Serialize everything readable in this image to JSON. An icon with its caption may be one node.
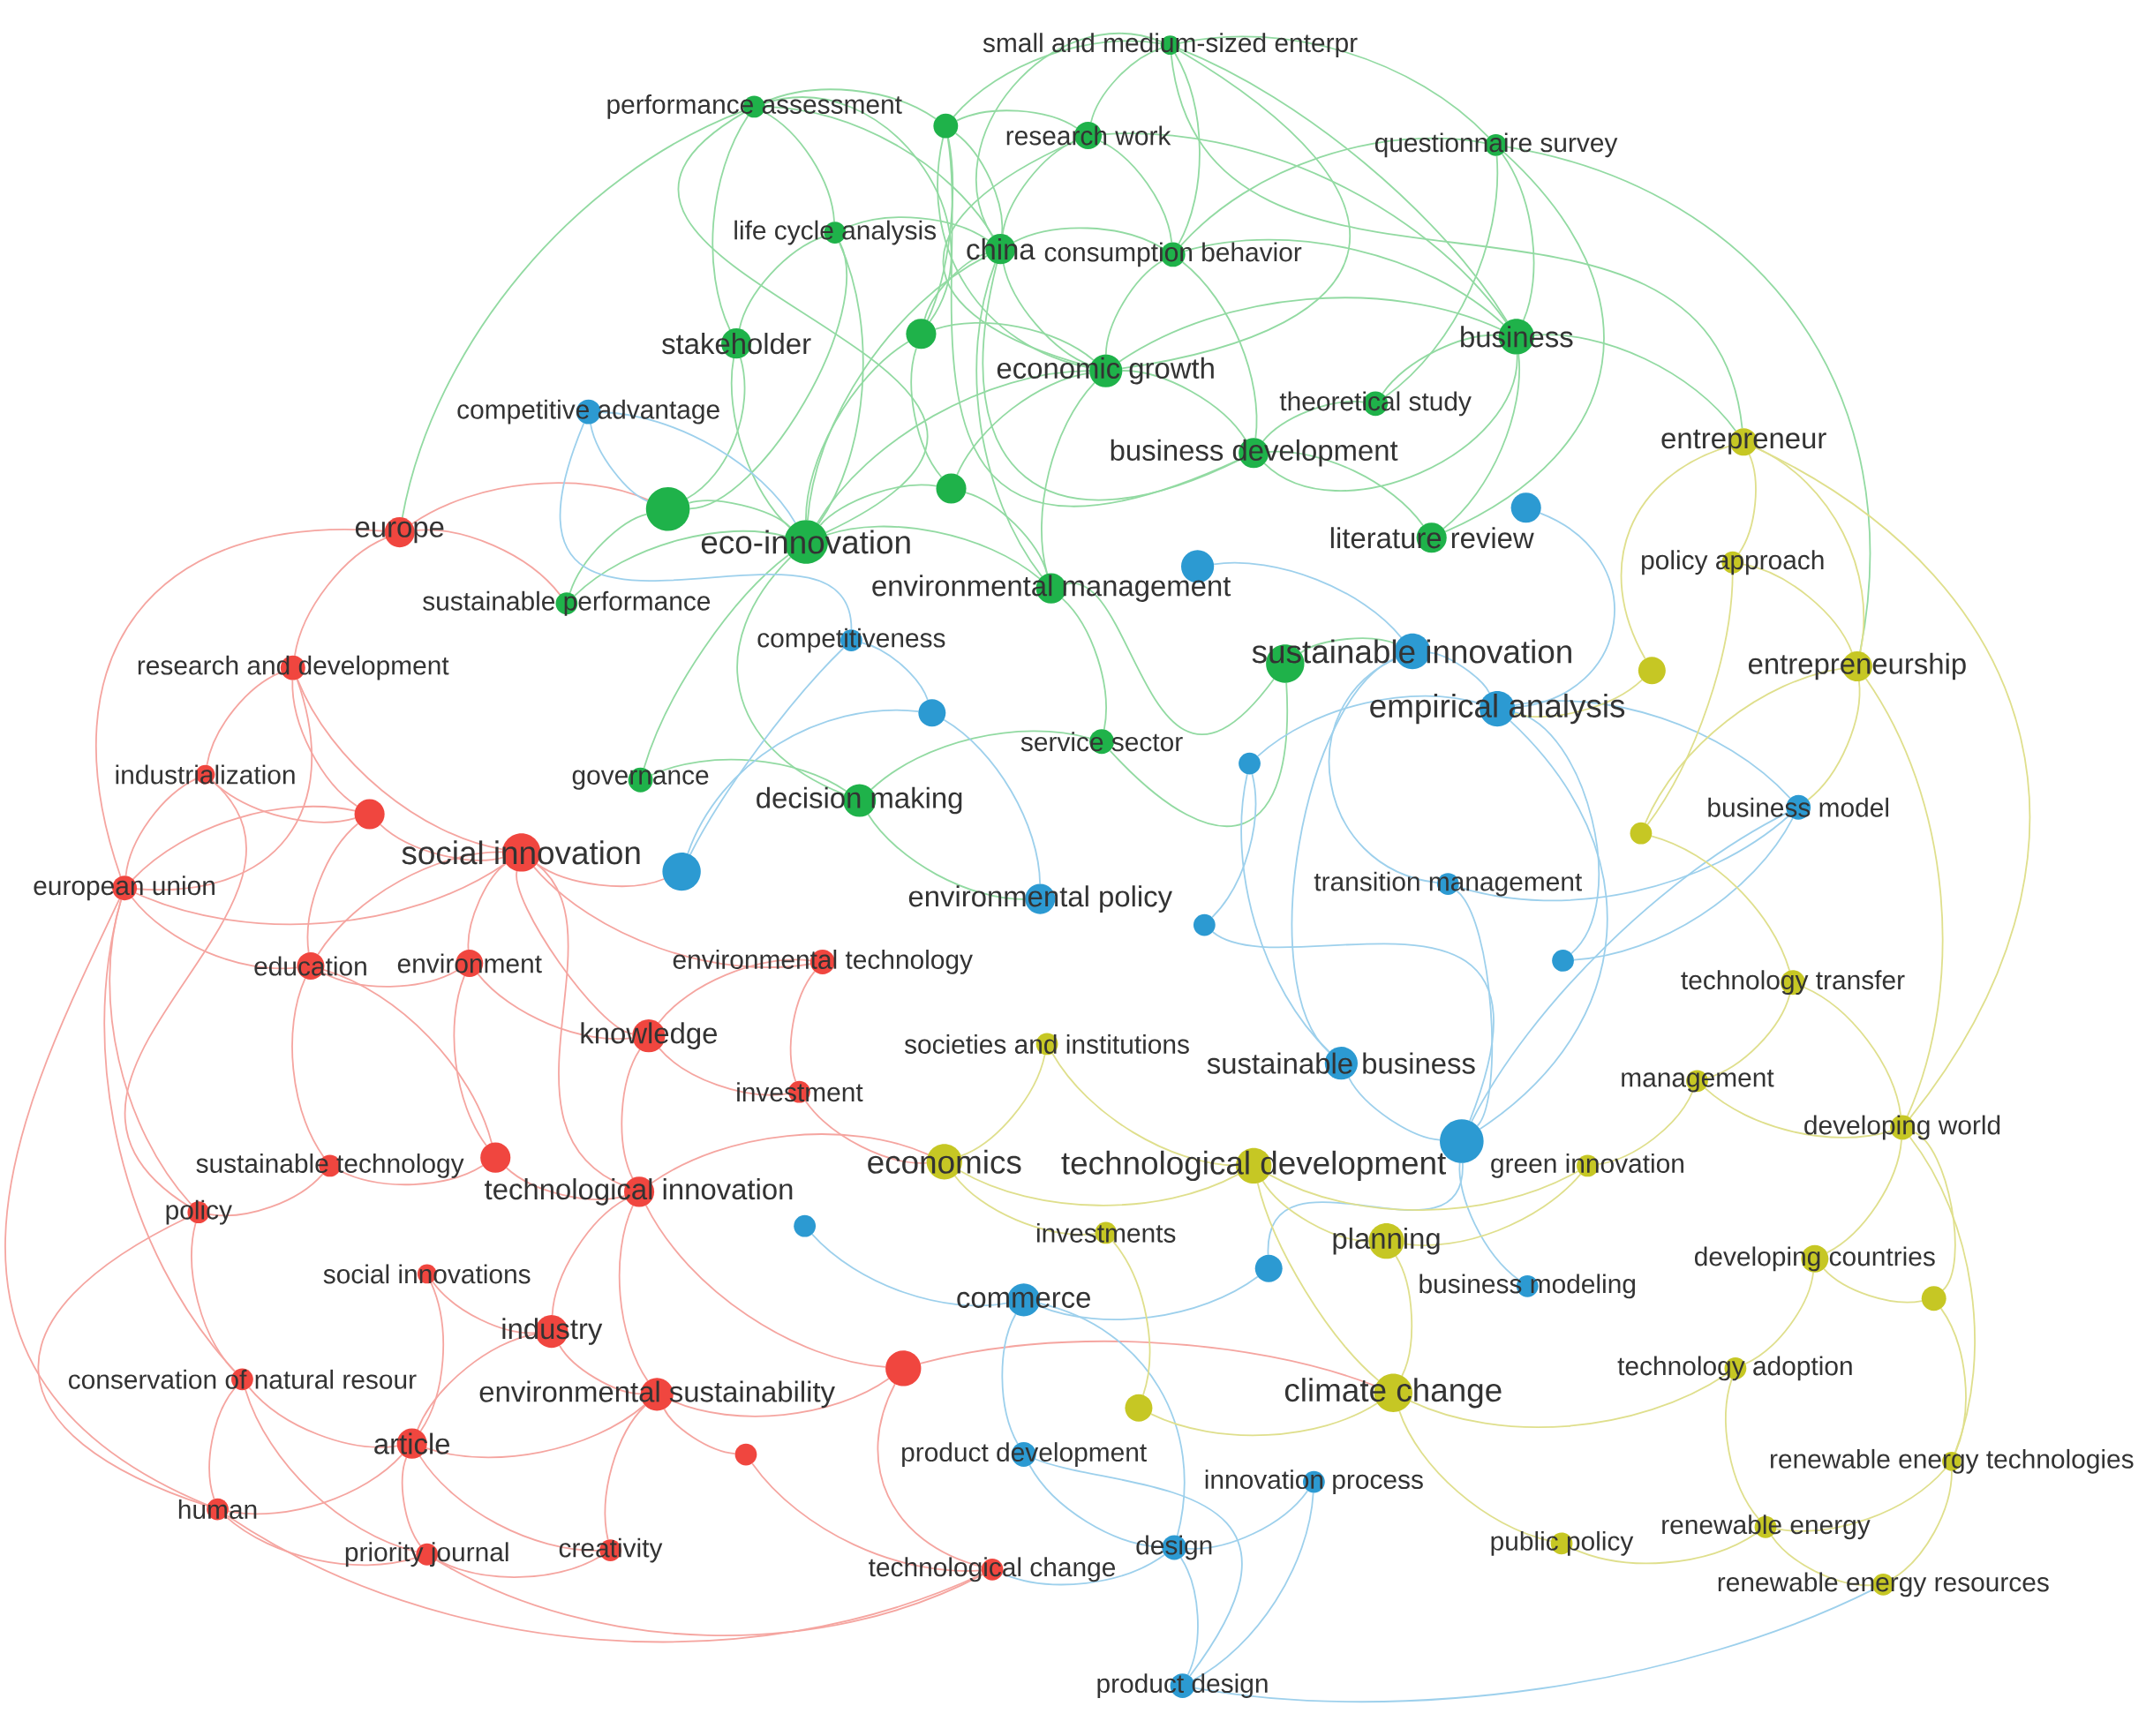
{
  "diagram": {
    "nodes": [
      {
        "text": [
          "small and medium-sized enterpr"
        ]
      },
      {
        "text": [
          "performance assessment"
        ]
      },
      {
        "text": [],
        "shape": "circle"
      },
      {
        "text": [
          "research work"
        ]
      },
      {
        "text": [
          "questionnaire survey"
        ]
      },
      {
        "text": [
          "life cycle analysis"
        ]
      },
      {
        "text": [
          "china"
        ]
      },
      {
        "text": [
          "consumption behavior"
        ]
      },
      {
        "text": [],
        "shape": "circle"
      },
      {
        "text": [
          "business"
        ]
      },
      {
        "text": [
          "stakeholder"
        ]
      },
      {
        "text": [
          "economic growth"
        ]
      },
      {
        "text": [
          "theoretical study"
        ]
      },
      {
        "text": [
          "competitive advantage"
        ]
      },
      {
        "text": [
          "entrepreneur"
        ]
      },
      {
        "text": [
          "business development"
        ]
      },
      {
        "text": [],
        "shape": "circle"
      },
      {
        "text": [],
        "shape": "circle"
      },
      {
        "text": [],
        "shape": "circle"
      },
      {
        "text": [
          "europe"
        ]
      },
      {
        "text": [
          "eco-innovation"
        ]
      },
      {
        "text": [
          "literature review"
        ]
      },
      {
        "text": [
          "policy approach"
        ]
      },
      {
        "text": [],
        "shape": "circle"
      },
      {
        "text": [
          "environmental management"
        ]
      },
      {
        "text": [
          "sustainable performance"
        ]
      },
      {
        "text": [
          "competitiveness"
        ]
      },
      {
        "text": [],
        "shape": "circle"
      },
      {
        "text": [
          "sustainable innovation"
        ]
      },
      {
        "text": [
          "research and development"
        ]
      },
      {
        "text": [
          "entrepreneurship"
        ]
      },
      {
        "text": [],
        "shape": "circle"
      },
      {
        "text": [
          "empirical analysis"
        ]
      },
      {
        "text": [],
        "shape": "circle"
      },
      {
        "text": [
          "service sector"
        ]
      },
      {
        "text": [],
        "shape": "circle"
      },
      {
        "text": [
          "industrialization"
        ]
      },
      {
        "text": [
          "governance"
        ]
      },
      {
        "text": [
          "decision making"
        ]
      },
      {
        "text": [
          "business model"
        ]
      },
      {
        "text": [],
        "shape": "circle"
      },
      {
        "text": [],
        "shape": "circle"
      },
      {
        "text": [
          "social innovation"
        ]
      },
      {
        "text": [],
        "shape": "circle"
      },
      {
        "text": [
          "european union"
        ]
      },
      {
        "text": [
          "transition management"
        ]
      },
      {
        "text": [
          "environmental policy"
        ]
      },
      {
        "text": [],
        "shape": "circle"
      },
      {
        "text": [
          "education"
        ]
      },
      {
        "text": [
          "environment"
        ]
      },
      {
        "text": [
          "environmental technology"
        ]
      },
      {
        "text": [],
        "shape": "circle"
      },
      {
        "text": [
          "technology transfer"
        ]
      },
      {
        "text": [
          "knowledge"
        ]
      },
      {
        "text": [
          "societies and institutions"
        ]
      },
      {
        "text": [
          "sustainable business"
        ]
      },
      {
        "text": [
          "management"
        ]
      },
      {
        "text": [
          "investment"
        ]
      },
      {
        "text": [
          "developing world"
        ]
      },
      {
        "text": [],
        "shape": "circle"
      },
      {
        "text": [],
        "shape": "circle"
      },
      {
        "text": [
          "economics"
        ]
      },
      {
        "text": [
          "sustainable technology"
        ]
      },
      {
        "text": [
          "technological development"
        ]
      },
      {
        "text": [
          "green innovation"
        ]
      },
      {
        "text": [
          "technological innovation"
        ]
      },
      {
        "text": [
          "policy"
        ]
      },
      {
        "text": [],
        "shape": "circle"
      },
      {
        "text": [
          "investments"
        ]
      },
      {
        "text": [
          "planning"
        ]
      },
      {
        "text": [],
        "shape": "circle"
      },
      {
        "text": [
          "developing countries"
        ]
      },
      {
        "text": [
          "social innovations"
        ]
      },
      {
        "text": [
          "business modeling"
        ]
      },
      {
        "text": [],
        "shape": "circle"
      },
      {
        "text": [
          "commerce"
        ]
      },
      {
        "text": [
          "industry"
        ]
      },
      {
        "text": [
          "technology adoption"
        ]
      },
      {
        "text": [],
        "shape": "circle"
      },
      {
        "text": [
          "conservation of natural resour"
        ]
      },
      {
        "text": [
          "environmental sustainability"
        ]
      },
      {
        "text": [
          "climate change"
        ]
      },
      {
        "text": [],
        "shape": "circle"
      },
      {
        "text": [
          "article"
        ]
      },
      {
        "text": [
          "product development"
        ]
      },
      {
        "text": [],
        "shape": "circle"
      },
      {
        "text": [
          "renewable energy technologies"
        ]
      },
      {
        "text": [
          "innovation process"
        ]
      },
      {
        "text": [
          "human"
        ]
      },
      {
        "text": [
          "renewable energy"
        ]
      },
      {
        "text": [
          "public policy"
        ]
      },
      {
        "text": [
          "design"
        ]
      },
      {
        "text": [
          "creativity"
        ]
      },
      {
        "text": [
          "priority journal"
        ]
      },
      {
        "text": [
          "technological change"
        ]
      },
      {
        "text": [
          "renewable energy resources"
        ]
      },
      {
        "text": [
          "product design"
        ]
      }
    ],
    "edges": [
      {
        "from": 0,
        "to": 2,
        "arrow": "none"
      },
      {
        "from": 0,
        "to": 3,
        "arrow": "none"
      },
      {
        "from": 0,
        "to": 4,
        "arrow": "none"
      },
      {
        "from": 0,
        "to": 6,
        "arrow": "none"
      },
      {
        "from": 0,
        "to": 7,
        "arrow": "none"
      },
      {
        "from": 0,
        "to": 9,
        "arrow": "none"
      },
      {
        "from": 0,
        "to": 11,
        "arrow": "none"
      },
      {
        "from": 0,
        "to": 14,
        "arrow": "none"
      },
      {
        "from": 1,
        "to": 2,
        "arrow": "none"
      },
      {
        "from": 1,
        "to": 5,
        "arrow": "none"
      },
      {
        "from": 1,
        "to": 6,
        "arrow": "none"
      },
      {
        "from": 1,
        "to": 8,
        "arrow": "none"
      },
      {
        "from": 1,
        "to": 10,
        "arrow": "none"
      },
      {
        "from": 1,
        "to": 20,
        "arrow": "none"
      },
      {
        "from": 1,
        "to": 19,
        "arrow": "none"
      },
      {
        "from": 2,
        "to": 3,
        "arrow": "none"
      },
      {
        "from": 2,
        "to": 6,
        "arrow": "none"
      },
      {
        "from": 2,
        "to": 8,
        "arrow": "none"
      },
      {
        "from": 2,
        "to": 11,
        "arrow": "none"
      },
      {
        "from": 2,
        "to": 15,
        "arrow": "none"
      },
      {
        "from": 3,
        "to": 6,
        "arrow": "none"
      },
      {
        "from": 3,
        "to": 7,
        "arrow": "none"
      },
      {
        "from": 3,
        "to": 9,
        "arrow": "none"
      },
      {
        "from": 3,
        "to": 11,
        "arrow": "none"
      },
      {
        "from": 4,
        "to": 7,
        "arrow": "none"
      },
      {
        "from": 4,
        "to": 9,
        "arrow": "none"
      },
      {
        "from": 4,
        "to": 12,
        "arrow": "none"
      },
      {
        "from": 4,
        "to": 21,
        "arrow": "none"
      },
      {
        "from": 4,
        "to": 30,
        "arrow": "none"
      },
      {
        "from": 5,
        "to": 6,
        "arrow": "none"
      },
      {
        "from": 5,
        "to": 10,
        "arrow": "none"
      },
      {
        "from": 5,
        "to": 18,
        "arrow": "none"
      },
      {
        "from": 5,
        "to": 20,
        "arrow": "none"
      },
      {
        "from": 6,
        "to": 7,
        "arrow": "none"
      },
      {
        "from": 6,
        "to": 8,
        "arrow": "none"
      },
      {
        "from": 6,
        "to": 11,
        "arrow": "none"
      },
      {
        "from": 6,
        "to": 15,
        "arrow": "none"
      },
      {
        "from": 6,
        "to": 20,
        "arrow": "none"
      },
      {
        "from": 6,
        "to": 24,
        "arrow": "none"
      },
      {
        "from": 7,
        "to": 9,
        "arrow": "none"
      },
      {
        "from": 7,
        "to": 11,
        "arrow": "none"
      },
      {
        "from": 7,
        "to": 15,
        "arrow": "none"
      },
      {
        "from": 8,
        "to": 11,
        "arrow": "none"
      },
      {
        "from": 8,
        "to": 16,
        "arrow": "none"
      },
      {
        "from": 8,
        "to": 20,
        "arrow": "none"
      },
      {
        "from": 9,
        "to": 12,
        "arrow": "none"
      },
      {
        "from": 9,
        "to": 15,
        "arrow": "none"
      },
      {
        "from": 9,
        "to": 21,
        "arrow": "none"
      },
      {
        "from": 9,
        "to": 11,
        "arrow": "none"
      },
      {
        "from": 9,
        "to": 14,
        "arrow": "none"
      },
      {
        "from": 10,
        "to": 18,
        "arrow": "none"
      },
      {
        "from": 10,
        "to": 20,
        "arrow": "none"
      },
      {
        "from": 11,
        "to": 15,
        "arrow": "none"
      },
      {
        "from": 11,
        "to": 16,
        "arrow": "none"
      },
      {
        "from": 11,
        "to": 20,
        "arrow": "none"
      },
      {
        "from": 11,
        "to": 24,
        "arrow": "none"
      },
      {
        "from": 12,
        "to": 15,
        "arrow": "none"
      },
      {
        "from": 15,
        "to": 21,
        "arrow": "none"
      },
      {
        "from": 16,
        "to": 20,
        "arrow": "none"
      },
      {
        "from": 16,
        "to": 24,
        "arrow": "none"
      },
      {
        "from": 18,
        "to": 20,
        "arrow": "none"
      },
      {
        "from": 20,
        "to": 24,
        "arrow": "none"
      },
      {
        "from": 20,
        "to": 37,
        "arrow": "none"
      },
      {
        "from": 20,
        "to": 38,
        "arrow": "none"
      },
      {
        "from": 24,
        "to": 27,
        "arrow": "none"
      },
      {
        "from": 24,
        "to": 34,
        "arrow": "none"
      },
      {
        "from": 25,
        "to": 18,
        "arrow": "none"
      },
      {
        "from": 25,
        "to": 20,
        "arrow": "none"
      },
      {
        "from": 27,
        "to": 34,
        "arrow": "none"
      },
      {
        "from": 34,
        "to": 38,
        "arrow": "none"
      },
      {
        "from": 37,
        "to": 38,
        "arrow": "none"
      },
      {
        "from": 38,
        "to": 46,
        "arrow": "none"
      },
      {
        "from": 27,
        "to": 28,
        "arrow": "none"
      },
      {
        "from": 19,
        "to": 29,
        "arrow": "none",
        "color": "#f5a5a0"
      },
      {
        "from": 19,
        "to": 44,
        "arrow": "none",
        "color": "#f5a5a0"
      },
      {
        "from": 19,
        "to": 18,
        "arrow": "none",
        "color": "#f5a5a0"
      },
      {
        "from": 19,
        "to": 25,
        "arrow": "none",
        "color": "#f5a5a0"
      },
      {
        "from": 29,
        "to": 36,
        "arrow": "none",
        "color": "#f5a5a0"
      },
      {
        "from": 29,
        "to": 40,
        "arrow": "none",
        "color": "#f5a5a0"
      },
      {
        "from": 29,
        "to": 42,
        "arrow": "none",
        "color": "#f5a5a0"
      },
      {
        "from": 29,
        "to": 44,
        "arrow": "none",
        "color": "#f5a5a0"
      },
      {
        "from": 36,
        "to": 40,
        "arrow": "none",
        "color": "#f5a5a0"
      },
      {
        "from": 36,
        "to": 44,
        "arrow": "none",
        "color": "#f5a5a0"
      },
      {
        "from": 36,
        "to": 66,
        "arrow": "none",
        "color": "#f5a5a0"
      },
      {
        "from": 40,
        "to": 42,
        "arrow": "none",
        "color": "#f5a5a0"
      },
      {
        "from": 40,
        "to": 44,
        "arrow": "none",
        "color": "#f5a5a0"
      },
      {
        "from": 40,
        "to": 48,
        "arrow": "none",
        "color": "#f5a5a0"
      },
      {
        "from": 42,
        "to": 44,
        "arrow": "none",
        "color": "#f5a5a0"
      },
      {
        "from": 42,
        "to": 48,
        "arrow": "none",
        "color": "#f5a5a0"
      },
      {
        "from": 42,
        "to": 49,
        "arrow": "none",
        "color": "#f5a5a0"
      },
      {
        "from": 42,
        "to": 53,
        "arrow": "none",
        "color": "#f5a5a0"
      },
      {
        "from": 42,
        "to": 65,
        "arrow": "none",
        "color": "#f5a5a0"
      },
      {
        "from": 42,
        "to": 43,
        "arrow": "none",
        "color": "#f5a5a0"
      },
      {
        "from": 44,
        "to": 48,
        "arrow": "none",
        "color": "#f5a5a0"
      },
      {
        "from": 44,
        "to": 66,
        "arrow": "none",
        "color": "#f5a5a0"
      },
      {
        "from": 44,
        "to": 79,
        "arrow": "none",
        "color": "#f5a5a0"
      },
      {
        "from": 44,
        "to": 88,
        "arrow": "none",
        "color": "#f5a5a0"
      },
      {
        "from": 48,
        "to": 49,
        "arrow": "none",
        "color": "#f5a5a0"
      },
      {
        "from": 48,
        "to": 62,
        "arrow": "none",
        "color": "#f5a5a0"
      },
      {
        "from": 48,
        "to": 60,
        "arrow": "none",
        "color": "#f5a5a0"
      },
      {
        "from": 49,
        "to": 53,
        "arrow": "none",
        "color": "#f5a5a0"
      },
      {
        "from": 49,
        "to": 60,
        "arrow": "none",
        "color": "#f5a5a0"
      },
      {
        "from": 50,
        "to": 53,
        "arrow": "none",
        "color": "#f5a5a0"
      },
      {
        "from": 50,
        "to": 42,
        "arrow": "none",
        "color": "#f5a5a0"
      },
      {
        "from": 50,
        "to": 57,
        "arrow": "none",
        "color": "#f5a5a0"
      },
      {
        "from": 53,
        "to": 57,
        "arrow": "none",
        "color": "#f5a5a0"
      },
      {
        "from": 53,
        "to": 65,
        "arrow": "none",
        "color": "#f5a5a0"
      },
      {
        "from": 60,
        "to": 62,
        "arrow": "none",
        "color": "#f5a5a0"
      },
      {
        "from": 60,
        "to": 65,
        "arrow": "none",
        "color": "#f5a5a0"
      },
      {
        "from": 62,
        "to": 66,
        "arrow": "none",
        "color": "#f5a5a0"
      },
      {
        "from": 65,
        "to": 76,
        "arrow": "none",
        "color": "#f5a5a0"
      },
      {
        "from": 65,
        "to": 80,
        "arrow": "none",
        "color": "#f5a5a0"
      },
      {
        "from": 65,
        "to": 61,
        "arrow": "none",
        "color": "#f5a5a0"
      },
      {
        "from": 66,
        "to": 79,
        "arrow": "none",
        "color": "#f5a5a0"
      },
      {
        "from": 66,
        "to": 88,
        "arrow": "none",
        "color": "#f5a5a0"
      },
      {
        "from": 72,
        "to": 76,
        "arrow": "none",
        "color": "#f5a5a0"
      },
      {
        "from": 72,
        "to": 83,
        "arrow": "none",
        "color": "#f5a5a0"
      },
      {
        "from": 76,
        "to": 80,
        "arrow": "none",
        "color": "#f5a5a0"
      },
      {
        "from": 76,
        "to": 83,
        "arrow": "none",
        "color": "#f5a5a0"
      },
      {
        "from": 79,
        "to": 83,
        "arrow": "none",
        "color": "#f5a5a0"
      },
      {
        "from": 79,
        "to": 88,
        "arrow": "none",
        "color": "#f5a5a0"
      },
      {
        "from": 79,
        "to": 93,
        "arrow": "none",
        "color": "#f5a5a0"
      },
      {
        "from": 80,
        "to": 83,
        "arrow": "none",
        "color": "#f5a5a0"
      },
      {
        "from": 80,
        "to": 85,
        "arrow": "none",
        "color": "#f5a5a0"
      },
      {
        "from": 80,
        "to": 92,
        "arrow": "none",
        "color": "#f5a5a0"
      },
      {
        "from": 80,
        "to": 78,
        "arrow": "none",
        "color": "#f5a5a0"
      },
      {
        "from": 83,
        "to": 88,
        "arrow": "none",
        "color": "#f5a5a0"
      },
      {
        "from": 83,
        "to": 92,
        "arrow": "none",
        "color": "#f5a5a0"
      },
      {
        "from": 83,
        "to": 93,
        "arrow": "none",
        "color": "#f5a5a0"
      },
      {
        "from": 85,
        "to": 94,
        "arrow": "none",
        "color": "#f5a5a0"
      },
      {
        "from": 78,
        "to": 94,
        "arrow": "none",
        "color": "#f5a5a0"
      },
      {
        "from": 78,
        "to": 65,
        "arrow": "none",
        "color": "#f5a5a0"
      },
      {
        "from": 78,
        "to": 81,
        "arrow": "none",
        "color": "#f5a5a0"
      },
      {
        "from": 88,
        "to": 93,
        "arrow": "none",
        "color": "#f5a5a0"
      },
      {
        "from": 92,
        "to": 93,
        "arrow": "none",
        "color": "#f5a5a0"
      },
      {
        "from": 88,
        "to": 94,
        "arrow": "none",
        "color": "#f5a5a0"
      },
      {
        "from": 93,
        "to": 94,
        "arrow": "none",
        "color": "#f5a5a0"
      },
      {
        "from": 57,
        "to": 61,
        "arrow": "none",
        "color": "#f5a5a0"
      },
      {
        "from": 13,
        "to": 18,
        "arrow": "none",
        "color": "#9dd0ec"
      },
      {
        "from": 13,
        "to": 20,
        "arrow": "none",
        "color": "#9dd0ec"
      },
      {
        "from": 13,
        "to": 26,
        "arrow": "none",
        "color": "#9dd0ec"
      },
      {
        "from": 17,
        "to": 32,
        "arrow": "none",
        "color": "#9dd0ec"
      },
      {
        "from": 23,
        "to": 28,
        "arrow": "none",
        "color": "#9dd0ec"
      },
      {
        "from": 26,
        "to": 33,
        "arrow": "none",
        "color": "#9dd0ec"
      },
      {
        "from": 26,
        "to": 43,
        "arrow": "none",
        "color": "#9dd0ec"
      },
      {
        "from": 28,
        "to": 32,
        "arrow": "none",
        "color": "#9dd0ec"
      },
      {
        "from": 28,
        "to": 55,
        "arrow": "none",
        "color": "#9dd0ec"
      },
      {
        "from": 32,
        "to": 39,
        "arrow": "none",
        "color": "#9dd0ec"
      },
      {
        "from": 32,
        "to": 59,
        "arrow": "none",
        "color": "#9dd0ec"
      },
      {
        "from": 33,
        "to": 43,
        "arrow": "none",
        "color": "#9dd0ec"
      },
      {
        "from": 35,
        "to": 32,
        "arrow": "none",
        "color": "#9dd0ec"
      },
      {
        "from": 35,
        "to": 55,
        "arrow": "none",
        "color": "#9dd0ec"
      },
      {
        "from": 39,
        "to": 45,
        "arrow": "none",
        "color": "#9dd0ec"
      },
      {
        "from": 39,
        "to": 51,
        "arrow": "none",
        "color": "#9dd0ec"
      },
      {
        "from": 39,
        "to": 59,
        "arrow": "none",
        "color": "#9dd0ec"
      },
      {
        "from": 45,
        "to": 59,
        "arrow": "none",
        "color": "#9dd0ec"
      },
      {
        "from": 47,
        "to": 35,
        "arrow": "none",
        "color": "#9dd0ec"
      },
      {
        "from": 47,
        "to": 59,
        "arrow": "none",
        "color": "#9dd0ec"
      },
      {
        "from": 51,
        "to": 32,
        "arrow": "none",
        "color": "#9dd0ec"
      },
      {
        "from": 55,
        "to": 59,
        "arrow": "none",
        "color": "#9dd0ec"
      },
      {
        "from": 59,
        "to": 70,
        "arrow": "none",
        "color": "#9dd0ec"
      },
      {
        "from": 59,
        "to": 73,
        "arrow": "none",
        "color": "#9dd0ec"
      },
      {
        "from": 67,
        "to": 75,
        "arrow": "none",
        "color": "#9dd0ec"
      },
      {
        "from": 70,
        "to": 75,
        "arrow": "none",
        "color": "#9dd0ec"
      },
      {
        "from": 75,
        "to": 84,
        "arrow": "none",
        "color": "#9dd0ec"
      },
      {
        "from": 75,
        "to": 91,
        "arrow": "none",
        "color": "#9dd0ec"
      },
      {
        "from": 84,
        "to": 91,
        "arrow": "none",
        "color": "#9dd0ec"
      },
      {
        "from": 84,
        "to": 96,
        "arrow": "none",
        "color": "#9dd0ec"
      },
      {
        "from": 87,
        "to": 91,
        "arrow": "none",
        "color": "#9dd0ec"
      },
      {
        "from": 91,
        "to": 96,
        "arrow": "none",
        "color": "#9dd0ec"
      },
      {
        "from": 96,
        "to": 87,
        "arrow": "none",
        "color": "#9dd0ec"
      },
      {
        "from": 91,
        "to": 94,
        "arrow": "none",
        "color": "#9dd0ec"
      },
      {
        "from": 96,
        "to": 95,
        "arrow": "none",
        "color": "#9dd0ec"
      },
      {
        "from": 46,
        "to": 33,
        "arrow": "none",
        "color": "#9dd0ec"
      },
      {
        "from": 45,
        "to": 28,
        "arrow": "none",
        "color": "#9dd0ec"
      },
      {
        "from": 14,
        "to": 22,
        "arrow": "none",
        "color": "#dfdf8c"
      },
      {
        "from": 14,
        "to": 30,
        "arrow": "none",
        "color": "#dfdf8c"
      },
      {
        "from": 14,
        "to": 31,
        "arrow": "none",
        "color": "#dfdf8c"
      },
      {
        "from": 14,
        "to": 58,
        "arrow": "none",
        "color": "#dfdf8c"
      },
      {
        "from": 22,
        "to": 30,
        "arrow": "none",
        "color": "#dfdf8c"
      },
      {
        "from": 22,
        "to": 41,
        "arrow": "none",
        "color": "#dfdf8c"
      },
      {
        "from": 30,
        "to": 39,
        "arrow": "none",
        "color": "#dfdf8c"
      },
      {
        "from": 30,
        "to": 41,
        "arrow": "none",
        "color": "#dfdf8c"
      },
      {
        "from": 30,
        "to": 58,
        "arrow": "none",
        "color": "#dfdf8c"
      },
      {
        "from": 31,
        "to": 32,
        "arrow": "none",
        "color": "#dfdf8c"
      },
      {
        "from": 41,
        "to": 52,
        "arrow": "none",
        "color": "#dfdf8c"
      },
      {
        "from": 52,
        "to": 56,
        "arrow": "none",
        "color": "#dfdf8c"
      },
      {
        "from": 52,
        "to": 58,
        "arrow": "none",
        "color": "#dfdf8c"
      },
      {
        "from": 56,
        "to": 58,
        "arrow": "none",
        "color": "#dfdf8c"
      },
      {
        "from": 58,
        "to": 71,
        "arrow": "none",
        "color": "#dfdf8c"
      },
      {
        "from": 58,
        "to": 74,
        "arrow": "none",
        "color": "#dfdf8c"
      },
      {
        "from": 58,
        "to": 86,
        "arrow": "none",
        "color": "#dfdf8c"
      },
      {
        "from": 71,
        "to": 74,
        "arrow": "none",
        "color": "#dfdf8c"
      },
      {
        "from": 71,
        "to": 77,
        "arrow": "none",
        "color": "#dfdf8c"
      },
      {
        "from": 74,
        "to": 86,
        "arrow": "none",
        "color": "#dfdf8c"
      },
      {
        "from": 77,
        "to": 89,
        "arrow": "none",
        "color": "#dfdf8c"
      },
      {
        "from": 86,
        "to": 89,
        "arrow": "none",
        "color": "#dfdf8c"
      },
      {
        "from": 86,
        "to": 95,
        "arrow": "none",
        "color": "#dfdf8c"
      },
      {
        "from": 89,
        "to": 95,
        "arrow": "none",
        "color": "#dfdf8c"
      },
      {
        "from": 90,
        "to": 81,
        "arrow": "none",
        "color": "#dfdf8c"
      },
      {
        "from": 90,
        "to": 89,
        "arrow": "none",
        "color": "#dfdf8c"
      },
      {
        "from": 81,
        "to": 63,
        "arrow": "none",
        "color": "#dfdf8c"
      },
      {
        "from": 81,
        "to": 69,
        "arrow": "none",
        "color": "#dfdf8c"
      },
      {
        "from": 63,
        "to": 69,
        "arrow": "none",
        "color": "#dfdf8c"
      },
      {
        "from": 61,
        "to": 63,
        "arrow": "none",
        "color": "#dfdf8c"
      },
      {
        "from": 61,
        "to": 54,
        "arrow": "none",
        "color": "#dfdf8c"
      },
      {
        "from": 61,
        "to": 68,
        "arrow": "none",
        "color": "#dfdf8c"
      },
      {
        "from": 68,
        "to": 82,
        "arrow": "none",
        "color": "#dfdf8c"
      },
      {
        "from": 82,
        "to": 81,
        "arrow": "none",
        "color": "#dfdf8c"
      },
      {
        "from": 69,
        "to": 64,
        "arrow": "none",
        "color": "#dfdf8c"
      },
      {
        "from": 64,
        "to": 56,
        "arrow": "none",
        "color": "#dfdf8c"
      },
      {
        "from": 63,
        "to": 64,
        "arrow": "none",
        "color": "#dfdf8c"
      },
      {
        "from": 54,
        "to": 63,
        "arrow": "none",
        "color": "#dfdf8c"
      },
      {
        "from": 81,
        "to": 77,
        "arrow": "none",
        "color": "#dfdf8c"
      }
    ]
  }
}
